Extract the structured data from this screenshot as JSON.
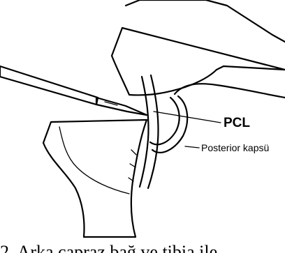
{
  "labels": {
    "pcl": "PCL",
    "posterior_capsule": "Posterior kapsü"
  },
  "caption": "2. Arka çapraz bağ ve  tibia ile"
}
